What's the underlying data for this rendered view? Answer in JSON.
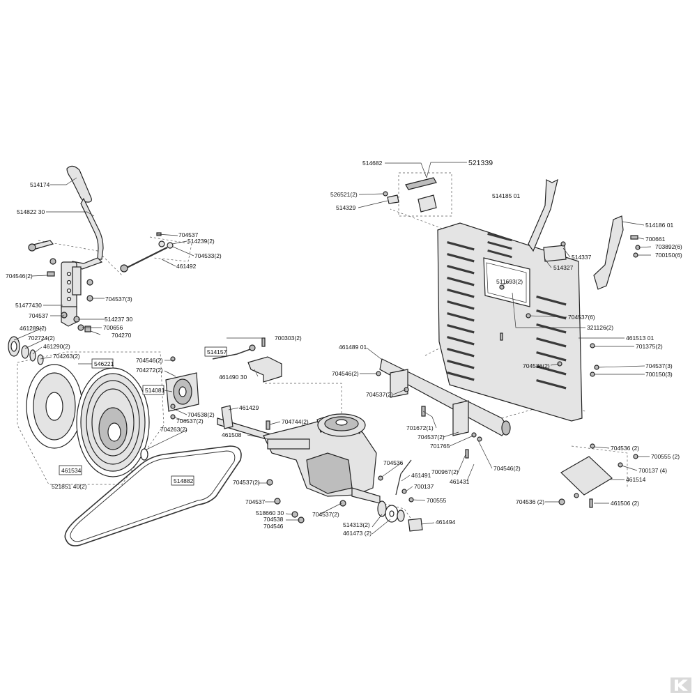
{
  "labels": {
    "l514174": "514174",
    "l51482230": "514822 30",
    "l704546_2a": "704546(2)",
    "l51477430": "51477430",
    "l704537a": "704537",
    "l51423730": "514237 30",
    "l704656": "700656",
    "l704270": "704270",
    "l704537_3": "704537(3)",
    "l704537b": "704537",
    "l514239_2": "514239(2)",
    "l704533_2": "704533(2)",
    "l461492": "461492",
    "l461289_2": "461289(2)",
    "l702724_2": "702724(2)",
    "l461290_2": "461290(2)",
    "l704263_2a": "704263(2)",
    "l546221": "546221",
    "l704546_2b": "704546(2)",
    "l704272_2": "704272(2)",
    "l514081": "514081",
    "l704538_2": "704538(2)",
    "l704537_2a": "704537(2)",
    "l704263_2b": "704263(2)",
    "l461534": "461534",
    "l52185140": "521851 40(2)",
    "l514882": "514882",
    "l514157": "514157",
    "l700303_2": "700303(2)",
    "l46149030": "461490 30",
    "l461429": "461429",
    "l704744_2": "704744(2)",
    "l461508": "461508",
    "l704537_2b": "704537(2)",
    "l704537c": "704537",
    "l51866030": "518660 30",
    "l704538": "704538",
    "l704546": "704546",
    "l704537_2c": "704537(2)",
    "l514313_2": "514313(2)",
    "l461473_2": "461473 (2)",
    "l461494": "461494",
    "l704536a": "704536",
    "l461491": "461491",
    "l700137": "700137",
    "l700555": "700555",
    "l46148901": "461489  01",
    "l704546_2c": "704546(2)",
    "l704537_2d": "704537(2)",
    "l701672_1": "701672(1)",
    "l704537_2e": "704537(2)",
    "l701765": "701765",
    "l700967_2": "700967(2)",
    "l461431": "461431",
    "l704546_2d": "704546(2)",
    "l514682": "514682",
    "l521339": "521339",
    "l526521_2": "526521(2)",
    "l514329": "514329",
    "l51418501": "514185 01",
    "l51418601": "514186 01",
    "l700661": "700661",
    "l703892_6": "703892(6)",
    "l700150_6": "700150(6)",
    "l514337": "514337",
    "l514327": "514327",
    "l511693_2": "511693(2)",
    "l704537_6": "704537(6)",
    "l321126_2": "321126(2)",
    "l46151301": "461513 01",
    "l701375_2": "701375(2)",
    "l704536_2a": "704536(2)",
    "l704537_3b": "704537(3)",
    "l700150_3": "700150(3)",
    "l704536_2b": "704536 (2)",
    "l700555_2": "700555 (2)",
    "l700137_4": "700137 (4)",
    "l461514": "461514",
    "l704536_2c": "704536 (2)",
    "l461506_2": "461506 (2)"
  },
  "colors": {
    "line": "#222222",
    "fill": "#e4e4e4",
    "dark": "#bdbdbd",
    "background": "#ffffff"
  },
  "logo": {
    "icon": "k-logo-icon"
  }
}
